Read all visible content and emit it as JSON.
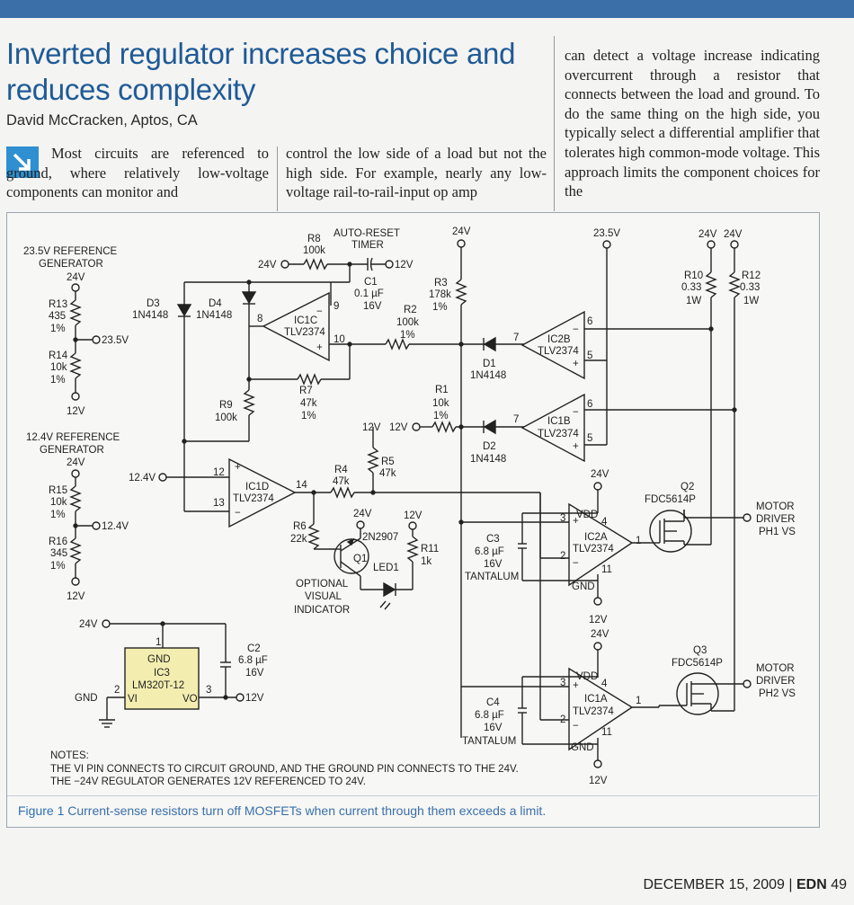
{
  "article": {
    "title": "Inverted regulator increases choice and reduces complexity",
    "author": "David McCracken, Aptos, CA",
    "col1": "Most circuits are referenced to ground, where relatively low-voltage components can monitor and",
    "col2": "control the low side of a load but not the high side. For example, nearly any low-voltage rail-to-rail-input op amp",
    "col3": "can detect a voltage increase indicating overcurrent through a resistor that connects between the load and ground. To do the same thing on the high side, you typically select a differential amplifier that tolerates high common-mode voltage. This approach limits the component choices for the"
  },
  "figure": {
    "caption_label": "Figure 1",
    "caption_text": "Current-sense resistors turn off MOSFETs when current through them exceeds a limit.",
    "notes_title": "NOTES:",
    "note1": "THE VI PIN CONNECTS TO CIRCUIT GROUND, AND THE GROUND PIN CONNECTS TO THE 24V.",
    "note2": "THE −24V REGULATOR GENERATES 12V REFERENCED TO 24V.",
    "labels": {
      "ref235_1": "23.5V REFERENCE",
      "ref235_2": "GENERATOR",
      "ref124_1": "12.4V REFERENCE",
      "ref124_2": "GENERATOR",
      "v24": "24V",
      "v235": "23.5V",
      "v124": "12.4V",
      "v12": "12V",
      "autoreset": "AUTO-RESET",
      "timer": "TIMER",
      "ic1c": "IC1C",
      "ic1d": "IC1D",
      "ic2b": "IC2B",
      "ic1b": "IC1B",
      "ic2a": "IC2A",
      "ic1a": "IC1A",
      "ic3": "IC3",
      "tlv": "TLV2374",
      "lm": "LM320T-12",
      "gnd": "GND",
      "vi": "VI",
      "vo": "VO",
      "vdd": "VDD",
      "q2": "Q2",
      "q3": "Q3",
      "fdc": "FDC5614P",
      "motor": "MOTOR",
      "driver1": "DRIVER",
      "ph1": "PH1 VS",
      "ph2": "PH2 VS",
      "optional": "OPTIONAL",
      "visual": "VISUAL",
      "indicator": "INDICATOR",
      "q1": "Q1",
      "pnp": "2N2907",
      "led": "LED1",
      "d3": "D3",
      "d4": "D4",
      "d1": "D1",
      "d2": "D2",
      "diode": "1N4148",
      "r13": "R13",
      "r13v": "435",
      "r14": "R14",
      "r14v": "10k",
      "r15": "R15",
      "r15v": "10k",
      "r16": "R16",
      "r16v": "345",
      "pct": "1%",
      "r8": "R8",
      "r8v": "100k",
      "c1": "C1",
      "c1v": "0.1 µF",
      "c1vv": "16V",
      "r2": "R2",
      "r2v": "100k",
      "r3": "R3",
      "r3v": "178k",
      "r7": "R7",
      "r7v": "47k",
      "r9": "R9",
      "r9v": "100k",
      "r1": "R1",
      "r1v": "10k",
      "r4": "R4",
      "r4v": "47k",
      "r5": "R5",
      "r5v": "47k",
      "r6": "R6",
      "r6v": "22k",
      "r11": "R11",
      "r11v": "1k",
      "r10": "R10",
      "r10v": "0.33",
      "r12": "R12",
      "r12v": "0.33",
      "w1": "1W",
      "c2": "C2",
      "c2v": "6.8 µF",
      "c2vv": "16V",
      "c3": "C3",
      "c4": "C4",
      "capv": "6.8 µF",
      "capvv": "16V",
      "tant": "TANTALUM"
    }
  },
  "footer": {
    "date": "DECEMBER 15, 2009",
    "sep": "|",
    "brand": "EDN",
    "page": "49"
  }
}
